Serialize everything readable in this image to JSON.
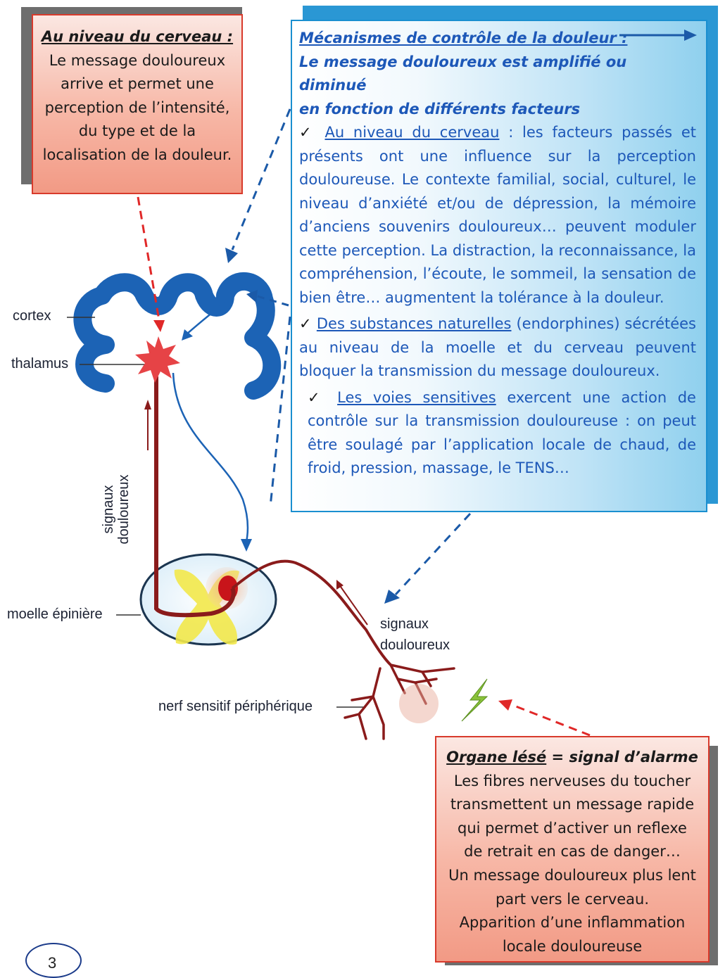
{
  "brain_box": {
    "title": "Au niveau du cerveau :",
    "lines": [
      "Le message douloureux",
      "arrive et permet une",
      "perception de l’intensité,",
      "du type et de la",
      "localisation de la douleur."
    ]
  },
  "mechanisms_box": {
    "title_line1": "Mécanismes de contrôle de la douleur :",
    "title_line2": "Le message douloureux est amplifié ou diminué",
    "title_line3": "en fonction de différents facteurs",
    "item1_heading": "Au niveau du cerveau",
    "item1_text": " : les facteurs passés et présents ont une influence sur la perception douloureuse. Le contexte familial, social, culturel, le niveau d’anxiété et/ou de dépression, la mémoire d’anciens souvenirs douloureux… peuvent moduler cette perception. La distraction, la reconnaissance, la compréhension, l’écoute, le sommeil, la sensation de bien être… augmentent la tolérance à la douleur.",
    "item2_heading": "Des substances naturelles",
    "item2_text": " (endorphines) sécrétées au niveau de la moelle et du cerveau peuvent bloquer la transmission du message douloureux.",
    "item3_heading": "Les voies sensitives",
    "item3_text": " exercent une action de contrôle sur la transmission douloureuse : on peut être soulagé par l’application locale de chaud, de froid, pression, massage, le TENS…",
    "checkmark": "✓"
  },
  "organ_box": {
    "title": "Organe lésé",
    "title_suffix": " = signal d’alarme",
    "lines": [
      "Les fibres nerveuses du toucher",
      "transmettent un message rapide",
      "qui permet d’activer un reflexe",
      "de retrait en cas de danger…",
      "Un message douloureux plus lent",
      "part vers le cerveau.",
      "Apparition d’une inflammation",
      "locale douloureuse"
    ]
  },
  "labels": {
    "cortex": "cortex",
    "thalamus": "thalamus",
    "spinal_cord": "moelle épinière",
    "peripheral_nerve": "nerf sensitif périphérique",
    "signals_vertical": "signaux douloureux",
    "signals_line1": "signaux",
    "signals_line2": "douloureux"
  },
  "page_number": "3",
  "colors": {
    "red_border": "#d83a2c",
    "blue_text": "#1d58b8",
    "brain_blue": "#1c63b5",
    "nerve_red": "#8a1b1b",
    "yellow_matter": "#f2e84a"
  }
}
